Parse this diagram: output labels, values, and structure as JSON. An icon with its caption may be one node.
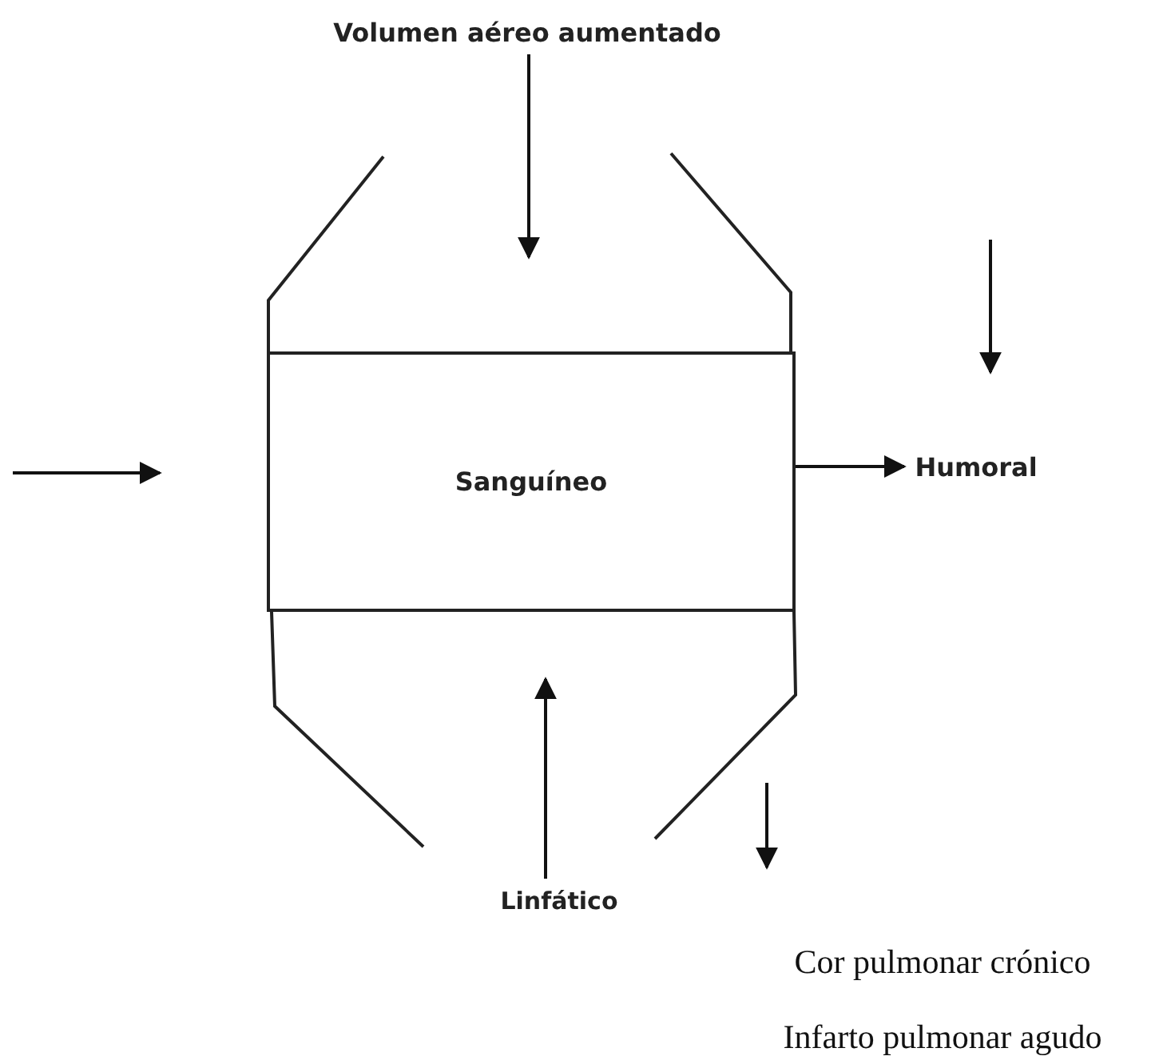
{
  "diagram": {
    "nodes": [
      {
        "text": [
          "Volumen aéreo aumentado"
        ]
      },
      {
        "text": [],
        "shape": "trapezoid"
      },
      {
        "text": [
          "Sanguíneo"
        ]
      },
      {
        "text": [],
        "shape": "trapezoid"
      },
      {
        "text": [
          "Humoral"
        ]
      },
      {
        "text": [
          "Linfático"
        ]
      }
    ],
    "edges": [
      {
        "from": 0,
        "to": 1,
        "arrow": "to"
      },
      {
        "from": 2,
        "to": 4,
        "arrow": "to"
      },
      {
        "from": 5,
        "to": 3,
        "arrow": "to"
      }
    ],
    "labels": [
      "Cor pulmonar crónico",
      "Infarto pulmonar agudo"
    ]
  }
}
